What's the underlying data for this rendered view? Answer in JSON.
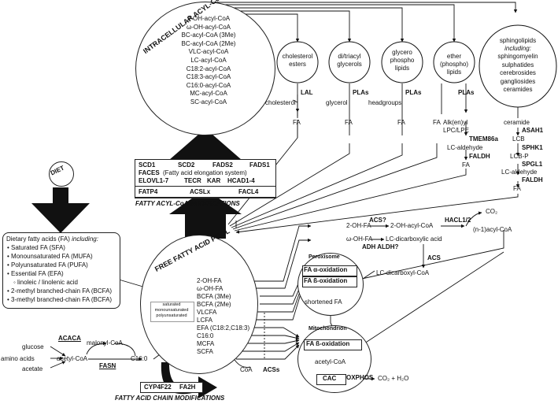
{
  "acyl_pool": {
    "title": "INTRACELLULAR ACYL-CoA POOL",
    "items": [
      "2-OH-acyl-CoA",
      "ω-OH-acyl-CoA",
      "BC-acyl-CoA (3Me)",
      "BC-acyl-CoA (2Me)",
      "VLC-acyl-CoA",
      "LC-acyl-CoA",
      "C18:2-acyl-CoA",
      "C18:3-acyl-CoA",
      "C16:0-acyl-CoA",
      "MC-acyl-CoA",
      "SC-acyl-CoA"
    ]
  },
  "lipids": {
    "cholesterol": {
      "name": "cholesterol esters",
      "enzyme": "LAL",
      "product": "cholesterol",
      "fa": "FA"
    },
    "glycerols": {
      "name": "di/triacyl glycerols",
      "enzyme": "PLAs",
      "product": "glycerol",
      "fa": "FA"
    },
    "glycero": {
      "name": "glycero phospho lipids",
      "enzyme": "PLAs",
      "product": "headgroups",
      "fa": "FA"
    },
    "ether": {
      "name": "ether (phospho) lipids",
      "enzyme": "PLAs",
      "fa": "FA",
      "alk": "Alk(en)yl",
      "lpc": "LPC/LPE",
      "tmem": "TMEM86a",
      "lcald": "LC-aldehyde",
      "faldh": "FALDH",
      "fa2": "FA"
    },
    "sphingo": {
      "title": "sphingolipids",
      "including": "including:",
      "items": [
        "sphingomyelin",
        "sulphatides",
        "cerebrosides",
        "gangliosides",
        "ceramides"
      ],
      "steps": [
        "ceramide",
        "ASAH1",
        "LCB",
        "SPHK1",
        "LCB-P",
        "SPGL1",
        "LC-aldehyde",
        "FALDH",
        "FA"
      ]
    }
  },
  "modifications": {
    "row1": [
      "SCD1",
      "SCD2",
      "FADS2",
      "FADS1"
    ],
    "faces": "FACES",
    "faces_desc": "(Fatty acid elongation system)",
    "row3": [
      "ELOVL1-7",
      "TECR",
      "KAR",
      "HCAD1-4"
    ],
    "row4": [
      "FATP4",
      "ACSLx",
      "FACL4"
    ],
    "label": "FATTY ACYL-CoA MODIFICATIONS"
  },
  "diet": {
    "label": "DIET",
    "intro": "Dietary fatty acids (FA)",
    "including": "including:",
    "items": [
      "• Saturated FA (SFA)",
      "• Monounsaturated FA (MUFA)",
      "• Polyunsaturated FA (PUFA)",
      "• Essential FA (EFA)",
      "◦ linoleic / linolenic acid",
      "• 2-methyl branched-chain FA (BCFA)",
      "• 3-methyl branched-chain FA (BCFA)"
    ]
  },
  "ffa_pool": {
    "title": "FREE FATTY ACID POOL",
    "items": [
      "2-OH-FA",
      "ω-OH-FA",
      "BCFA (3Me)",
      "BCFA (2Me)",
      "VLCFA",
      "LCFA",
      "EFA (C18:2,C18:3)",
      "C16:0",
      "MCFA",
      "SCFA"
    ],
    "sat_box": [
      "saturated",
      "monounsaturated",
      "polyunsaturated"
    ]
  },
  "synthesis": {
    "glucose": "glucose",
    "amino": "amino acids",
    "acetate": "acetate",
    "acetyl": "acetyl-CoA",
    "acaca": "ACACA",
    "malonyl": "malonyl-CoA",
    "fasn": "FASN",
    "c16": "C16:0"
  },
  "chain_mods": {
    "enzymes": [
      "CYP4F22",
      "FA2H"
    ],
    "label": "FATTY ACID CHAIN MODIFICATIONS"
  },
  "coa": {
    "coa": "CoA",
    "acss": "ACSs"
  },
  "alpha": {
    "oh": "2-OH-FA",
    "acs": "ACS?",
    "ohcoa": "2-OH-acyl-CoA",
    "hacl": "HACL1/2",
    "co2": "CO₂",
    "n1": "(n-1)acyl-CoA",
    "omega": "ω-OH-FA",
    "lcdi": "LC-dicarboxylic acid",
    "adh": "ADH ALDH?",
    "acs2": "ACS",
    "lcdicoa": "LC-dicarboxyl-CoA"
  },
  "peroxisome": {
    "label": "Peroxisome",
    "alpha": "FA α-oxidation",
    "beta": "FA ß-oxidation",
    "shortened": "shortened FA"
  },
  "mito": {
    "label": "Mitochondrion",
    "beta": "FA ß-oxidation",
    "acetyl": "acetyl-CoA",
    "cac": "CAC",
    "oxphos": "OXPHOS",
    "products": "CO₂ + H₂O"
  }
}
